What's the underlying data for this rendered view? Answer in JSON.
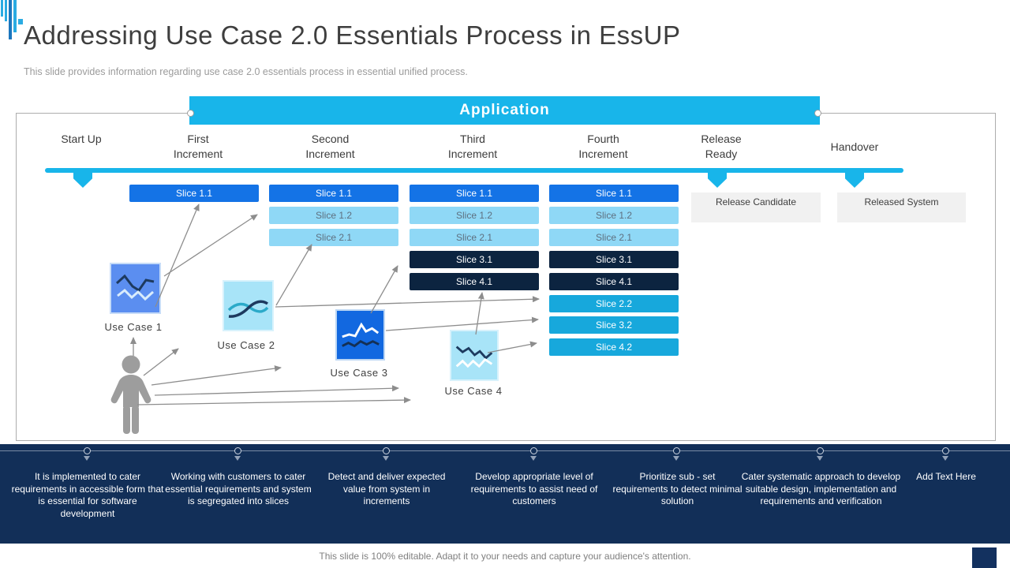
{
  "slide": {
    "title": "Addressing Use Case 2.0 Essentials Process in EssUP",
    "subtitle": "This slide provides information regarding use case 2.0 essentials process in essential unified process.",
    "footer_note": "This slide is 100% editable. Adapt it to your needs and capture your audience's attention."
  },
  "application_bar": {
    "label": "Application"
  },
  "timeline": {
    "phases": [
      {
        "label": "Start Up"
      },
      {
        "label": "First Increment"
      },
      {
        "label": "Second Increment"
      },
      {
        "label": "Third Increment"
      },
      {
        "label": "Fourth Increment"
      },
      {
        "label": "Release Ready"
      },
      {
        "label": "Handover"
      }
    ]
  },
  "slice_columns": [
    {
      "phase": "First Increment",
      "slices": [
        {
          "label": "Slice 1.1",
          "color": "#1473e6"
        }
      ]
    },
    {
      "phase": "Second Increment",
      "slices": [
        {
          "label": "Slice 1.1",
          "color": "#1473e6"
        },
        {
          "label": "Slice 1.2",
          "color": "#8fd8f6"
        },
        {
          "label": "Slice 2.1",
          "color": "#8fd8f6"
        }
      ]
    },
    {
      "phase": "Third Increment",
      "slices": [
        {
          "label": "Slice 1.1",
          "color": "#1473e6"
        },
        {
          "label": "Slice 1.2",
          "color": "#8fd8f6"
        },
        {
          "label": "Slice 2.1",
          "color": "#8fd8f6"
        },
        {
          "label": "Slice 3.1",
          "color": "#0c2440"
        },
        {
          "label": "Slice 4.1",
          "color": "#0c2440"
        }
      ]
    },
    {
      "phase": "Fourth Increment",
      "slices": [
        {
          "label": "Slice 1.1",
          "color": "#1473e6"
        },
        {
          "label": "Slice 1.2",
          "color": "#8fd8f6"
        },
        {
          "label": "Slice 2.1",
          "color": "#8fd8f6"
        },
        {
          "label": "Slice 3.1",
          "color": "#0c2440"
        },
        {
          "label": "Slice 4.1",
          "color": "#0c2440"
        },
        {
          "label": "Slice 2.2",
          "color": "#17a8dc"
        },
        {
          "label": "Slice 3.2",
          "color": "#17a8dc"
        },
        {
          "label": "Slice 4.2",
          "color": "#17a8dc"
        }
      ]
    }
  ],
  "milestones": [
    {
      "label": "Release Candidate"
    },
    {
      "label": "Released System"
    }
  ],
  "use_cases": [
    {
      "label": "Use Case 1"
    },
    {
      "label": "Use Case 2"
    },
    {
      "label": "Use Case 3"
    },
    {
      "label": "Use Case 4"
    }
  ],
  "process_notes": [
    {
      "text": "It is implemented to cater requirements in accessible form that is essential for software development"
    },
    {
      "text": "Working with customers to cater essential requirements and system is segregated into slices"
    },
    {
      "text": "Detect and deliver expected value from system in increments"
    },
    {
      "text": "Develop appropriate level of requirements to assist need of customers"
    },
    {
      "text": "Prioritize sub - set requirements to detect minimal solution"
    },
    {
      "text": "Cater systematic approach to develop suitable design, implementation and requirements and verification"
    },
    {
      "text": "Add Text Here"
    }
  ],
  "colors": {
    "accent_cyan": "#18b5ea",
    "slice_blue": "#1473e6",
    "slice_light_blue": "#8fd8f6",
    "slice_navy": "#0c2440",
    "slice_cyan": "#17a8dc",
    "bottom_bar_navy": "#122f58",
    "milestone_gray": "#f1f1f1",
    "arrow_gray": "#8d8d8d",
    "person_gray": "#9d9d9d"
  }
}
